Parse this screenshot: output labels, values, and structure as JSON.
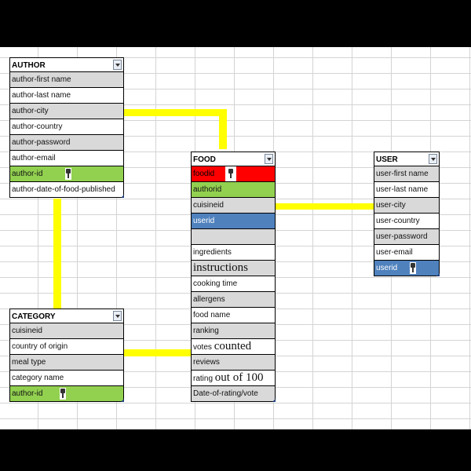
{
  "tables": {
    "author": {
      "title": "AUTHOR",
      "rows": [
        "author-first name",
        "author-last name",
        "author-city",
        "author-country",
        "author-password",
        "author-email",
        "author-id",
        "author-date-of-food-published"
      ]
    },
    "food": {
      "title": "FOOD",
      "rows": [
        "foodid",
        "authorid",
        "cuisineid",
        "userid",
        "",
        "ingredients",
        "instructions",
        "cooking time",
        "allergens",
        "food name",
        "ranking",
        "votes ",
        "counted",
        "reviews",
        "rating ",
        "out of 100",
        "Date-of-rating/vote"
      ]
    },
    "user": {
      "title": "USER",
      "rows": [
        "user-first name",
        "user-last name",
        "user-city",
        "user-country",
        "user-password",
        "user-email",
        "userid"
      ]
    },
    "category": {
      "title": "CATEGORY",
      "rows": [
        "cuisineid",
        "country of origin",
        "meal type",
        "category name",
        "author-id"
      ]
    }
  },
  "colors": {
    "connector": "#ffff00",
    "key_green": "#92d050",
    "key_blue": "#4f81bd",
    "key_red": "#ff0000",
    "row_grey": "#d9d9d9"
  },
  "icons": [
    "key-icon",
    "dropdown-arrow-icon"
  ]
}
